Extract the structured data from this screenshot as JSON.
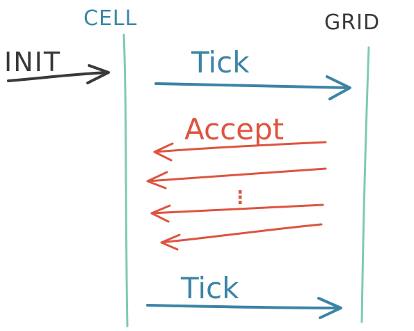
{
  "colors": {
    "lifeline": "#7fc9b6",
    "tick": "#3c84a6",
    "accept": "#de5440",
    "init": "#3a3a3a",
    "cell_label": "#3a87a8",
    "grid_label": "#3a3a3a"
  },
  "lifelines": {
    "cell": "CELL",
    "grid": "GRID"
  },
  "messages": {
    "init": "INIT",
    "tick_top": "Tick",
    "accept": "Accept",
    "ellipsis": "⋮",
    "tick_bottom": "Tick"
  }
}
